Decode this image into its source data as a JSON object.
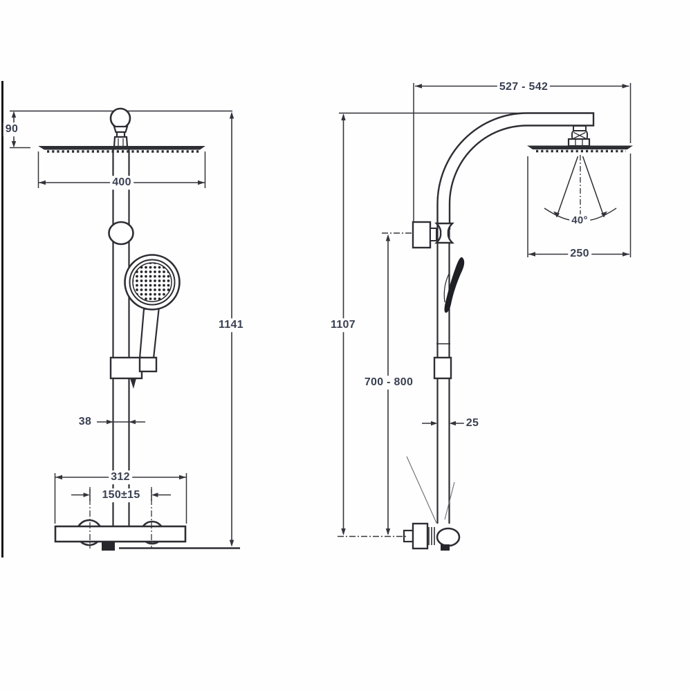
{
  "drawing": {
    "kind": "technical dimension drawing",
    "subject": "thermostatic shower column with overhead rain shower and hand shower",
    "views": {
      "left": "front elevation",
      "right": "side elevation"
    }
  },
  "front_view": {
    "dims": {
      "head_drop": "90",
      "head_width": "400",
      "overall_height": "1141",
      "rail_width": "38",
      "valve_width": "312",
      "inlet_centres": "150±15"
    }
  },
  "side_view": {
    "dims": {
      "arm_reach": "527 - 542",
      "column_height": "1107",
      "slide_range": "700 - 800",
      "column_depth": "25",
      "head_projection": "250",
      "spray_angle": "40°"
    }
  },
  "colors": {
    "line": "#2d2d34",
    "dim_line": "#34343b",
    "text": "#3a4053",
    "dark_fill": "#1f1f26",
    "background": "#fefefe"
  }
}
